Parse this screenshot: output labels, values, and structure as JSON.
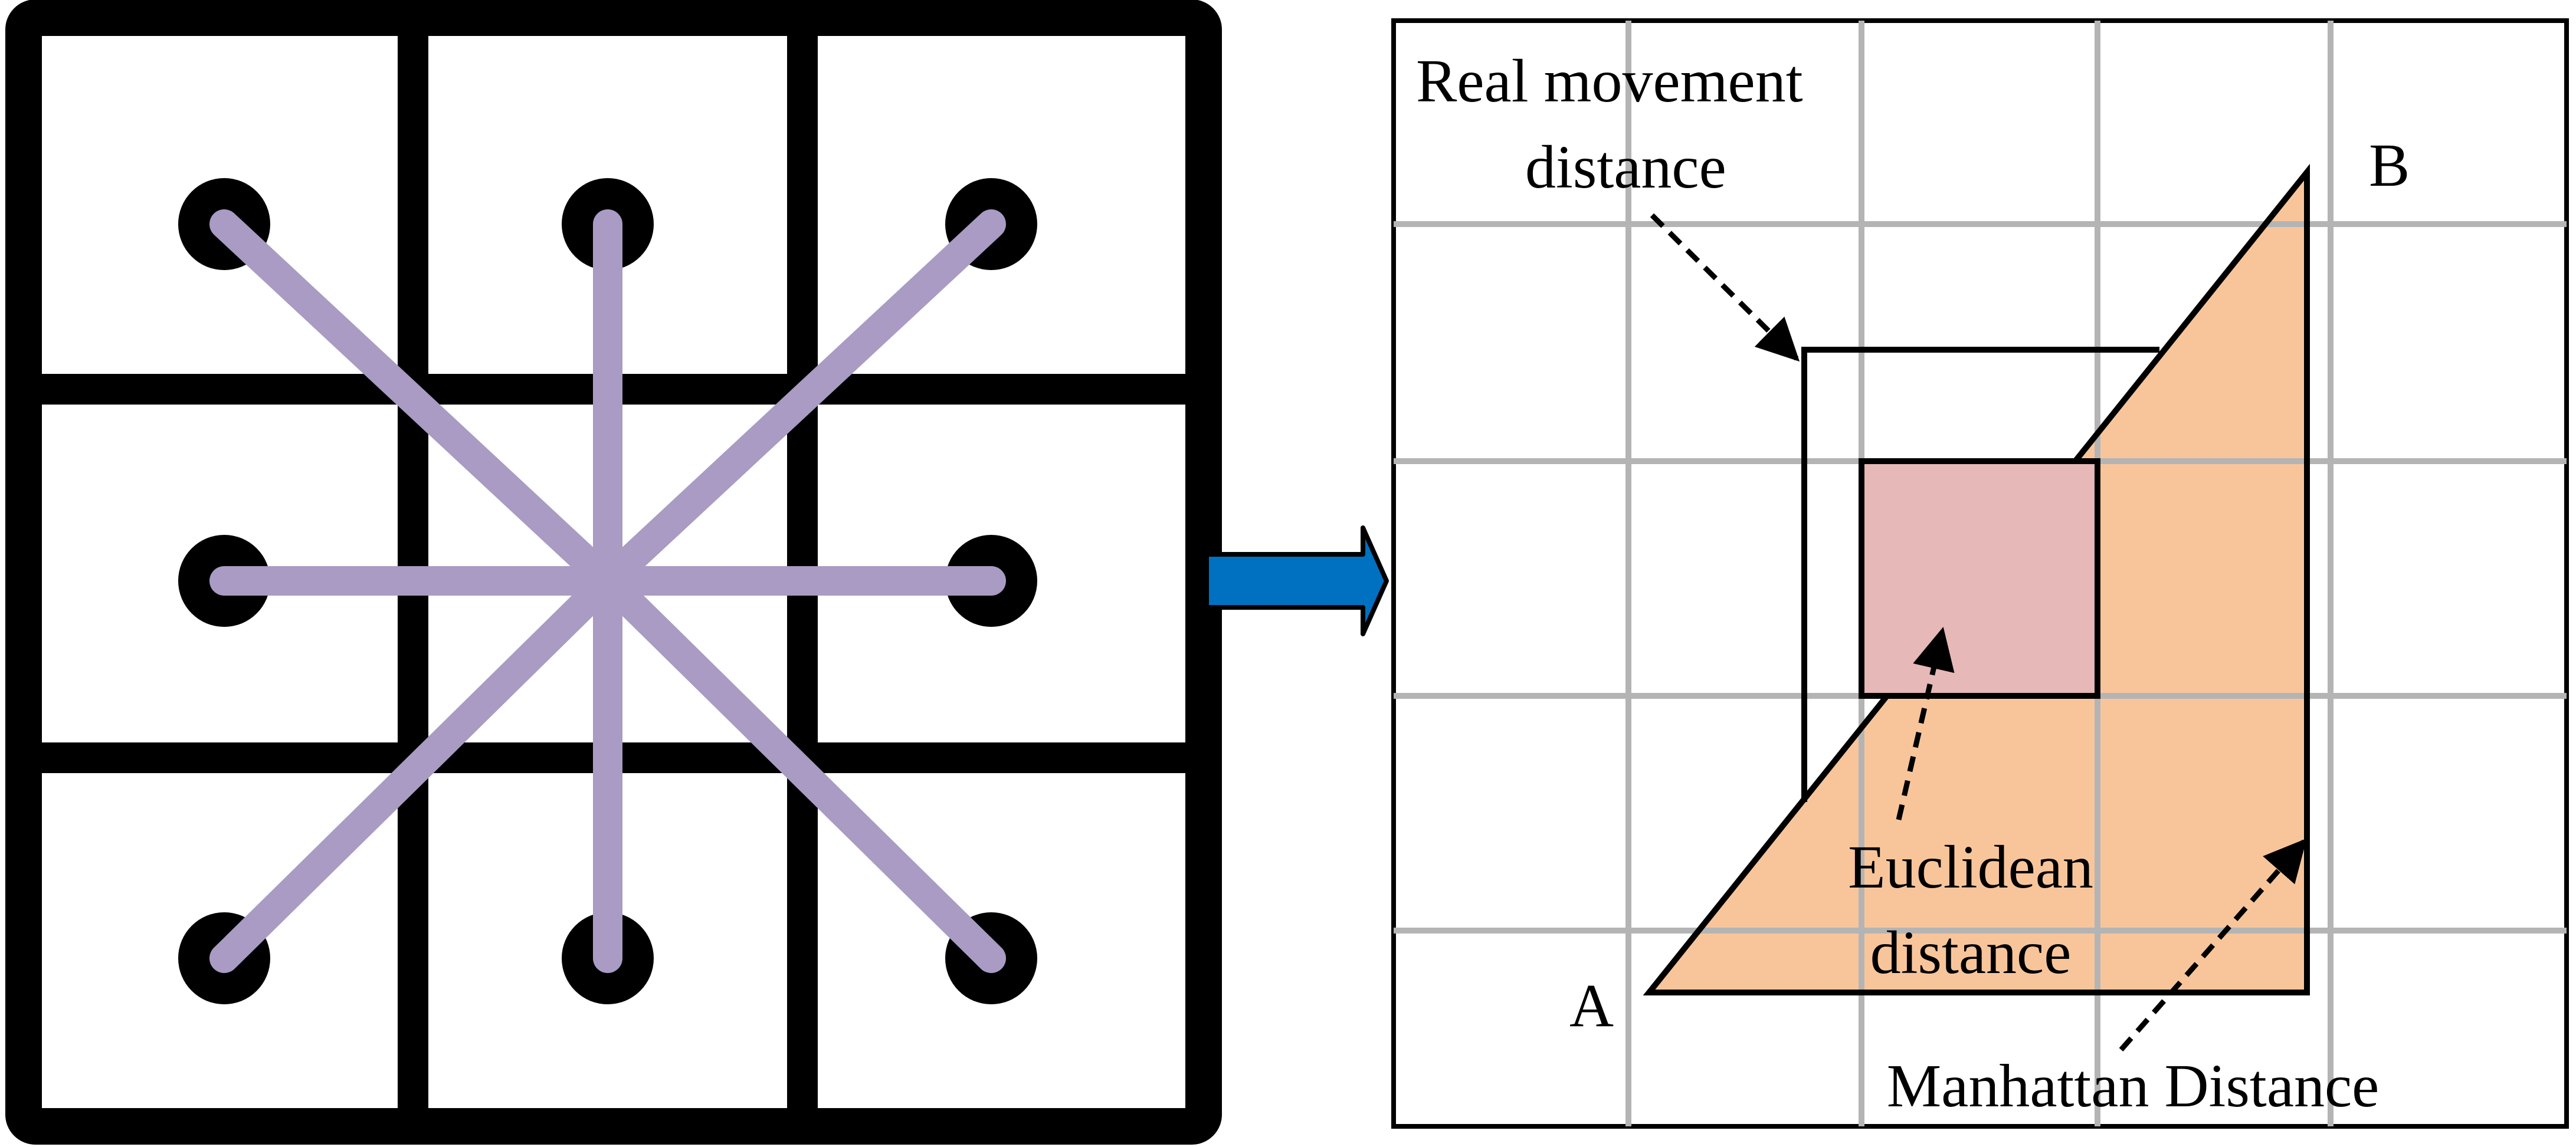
{
  "labels": {
    "real_movement_line1": "Real movement",
    "real_movement_line2": "distance",
    "point_b": "B",
    "point_a": "A",
    "euclidean_line1": "Euclidean",
    "euclidean_line2": "distance",
    "manhattan": "Manhattan Distance"
  },
  "colors": {
    "grid_line": "#000000",
    "connector": "#a99bc3",
    "node": "#000000",
    "arrow": "#0070c0",
    "light_grid": "#b4b4b4",
    "triangle_fill": "#f8c59b",
    "square_fill": "#e6b8b7"
  },
  "icons": {
    "transition_arrow": "right-arrow-icon"
  }
}
